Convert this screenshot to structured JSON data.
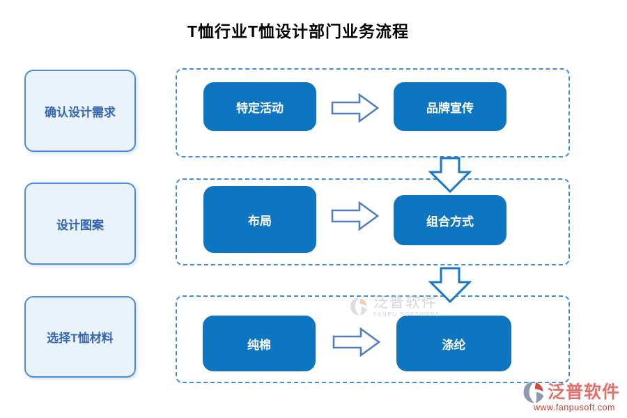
{
  "title": "T恤行业T恤设计部门业务流程",
  "stages": [
    {
      "label": "确认设计需求"
    },
    {
      "label": "设计图案"
    },
    {
      "label": "选择T恤材料"
    }
  ],
  "rows": [
    {
      "left": "特定活动",
      "right": "品牌宣传"
    },
    {
      "left": "布局",
      "right": "组合方式"
    },
    {
      "left": "纯棉",
      "right": "涤纶"
    }
  ],
  "watermark": {
    "name": "泛普软件",
    "subtitle": "FANPU SOFTWARE"
  },
  "logo": {
    "name": "泛普软件",
    "url": "www.fanpusoft.com"
  },
  "colors": {
    "node_blue": "#0e75c0",
    "dashed_border": "#3f8fd9",
    "stage_fill": "#eaf2fb",
    "stage_border": "#4a8fd8",
    "stage_text": "#3565af",
    "h_arrow_stroke": "#4f7fbe",
    "down_arrow_stroke": "#1878c8",
    "logo_red": "#e2706a",
    "logo_url_red": "#cd3d2e",
    "logo_gray": "#8e9aae"
  }
}
